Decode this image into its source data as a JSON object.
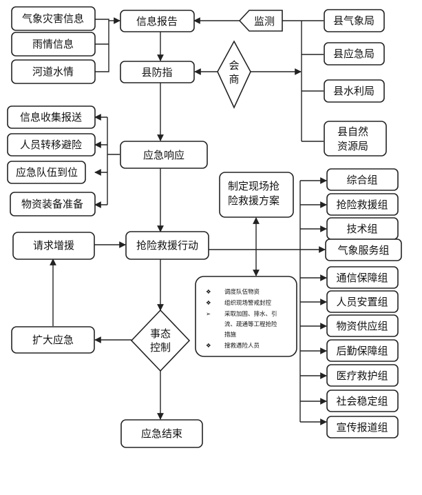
{
  "left_info": [
    "气象灾害信息",
    "雨情信息",
    "河道水情"
  ],
  "center": {
    "info_report": "信息报告",
    "county_cmd": "县防指",
    "emergency_response": "应急响应",
    "rescue_action": "抢险救援行动",
    "event_control": [
      "事态",
      "控制"
    ],
    "end": "应急结束"
  },
  "monitor": "监测",
  "consult": [
    "会",
    "商"
  ],
  "agencies": [
    {
      "lines": [
        "县气象局"
      ]
    },
    {
      "lines": [
        "县应急局"
      ]
    },
    {
      "lines": [
        "县水利局"
      ]
    },
    {
      "lines": [
        "县自然",
        "资源局"
      ]
    }
  ],
  "response_actions": [
    "信息收集报送",
    "人员转移避险",
    "应急队伍到位",
    "物资装备准备"
  ],
  "request_support": "请求增援",
  "expand_response": "扩大应急",
  "plan": [
    "制定现场抢",
    "险救援方案"
  ],
  "tasks": [
    {
      "bullet": "❖",
      "lines": [
        "调度队伍物资"
      ]
    },
    {
      "bullet": "❖",
      "lines": [
        "组织现场警戒封控"
      ]
    },
    {
      "bullet": "➢",
      "lines": [
        "采取加固、排水、引",
        "流、疏通等工程抢险",
        "措施"
      ]
    },
    {
      "bullet": "❖",
      "lines": [
        "搜救遇险人员"
      ]
    }
  ],
  "groups": [
    "综合组",
    "抢险救援组",
    "技术组",
    "气象服务组",
    "通信保障组",
    "人员安置组",
    "物资供应组",
    "后勤保障组",
    "医疗救护组",
    "社会稳定组",
    "宣传报道组"
  ]
}
